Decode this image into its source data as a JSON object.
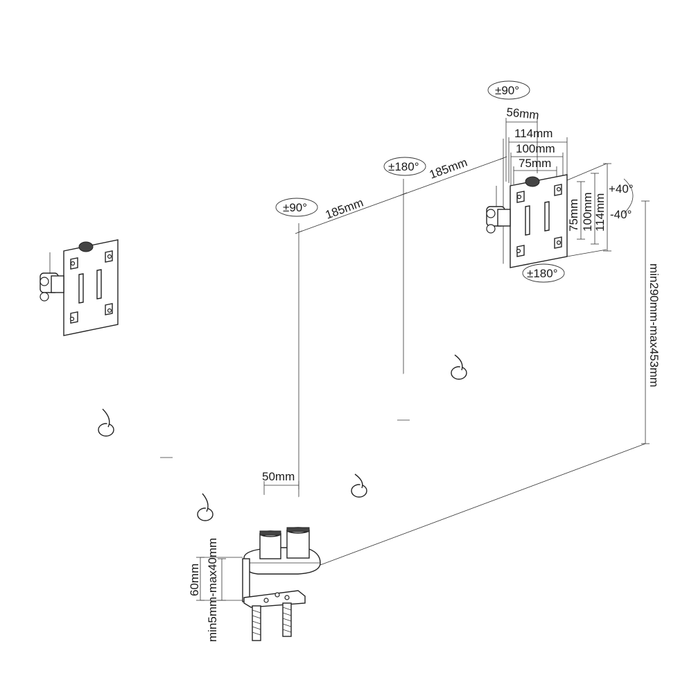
{
  "diagram": {
    "colors": {
      "line": "#222222",
      "background": "#ffffff"
    },
    "dimensions": {
      "pole_spacing": "50mm",
      "arm_segment_left": "185mm",
      "arm_segment_right": "185mm",
      "vesa_offset": "56mm",
      "vesa_width_114": "114mm",
      "vesa_width_100": "100mm",
      "vesa_width_75": "75mm",
      "vesa_height_75": "75mm",
      "vesa_height_100": "100mm",
      "vesa_height_114": "114mm",
      "height_range": "min290mm-max453mm",
      "clamp_depth": "60mm",
      "desk_thickness": "min5mm-max40mm"
    },
    "rotations": {
      "base_swivel": "±90°",
      "mid_swivel": "±180°",
      "head_swivel": "±90°",
      "tilt_up": "+40°",
      "tilt_down": "-40°",
      "head_rotation": "±180°"
    }
  }
}
